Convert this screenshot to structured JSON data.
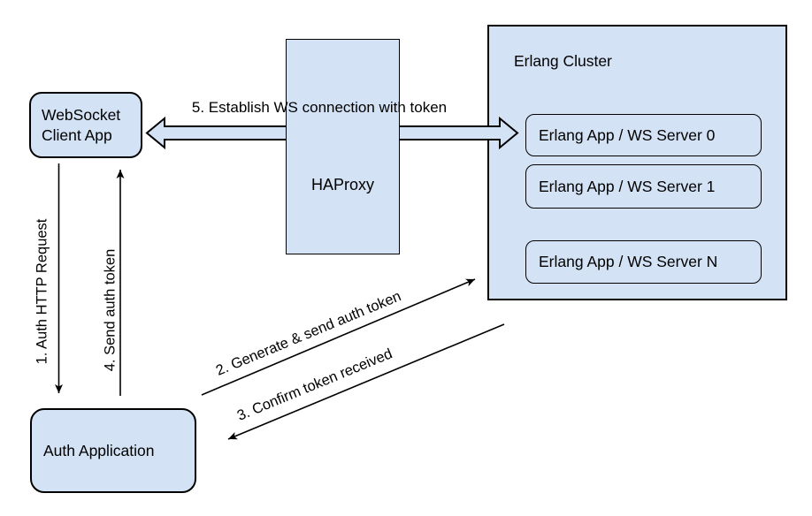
{
  "colors": {
    "fill": "#d3e2f4",
    "stroke": "#000000",
    "text": "#000000",
    "background": "#ffffff"
  },
  "nodes": {
    "websocket_client": {
      "line1": "WebSocket",
      "line2": "Client App"
    },
    "haproxy": {
      "label": "HAProxy"
    },
    "erlang_cluster": {
      "label": "Erlang Cluster",
      "servers": [
        {
          "label": "Erlang App / WS Server 0"
        },
        {
          "label": "Erlang App / WS Server 1"
        },
        {
          "label": "Erlang App / WS Server N"
        }
      ]
    },
    "auth_application": {
      "label": "Auth Application"
    }
  },
  "flows": {
    "step1": {
      "label": "1. Auth HTTP Request",
      "from": "websocket_client",
      "to": "auth_application"
    },
    "step2": {
      "label": "2. Generate & send auth token",
      "from": "auth_application",
      "to": "erlang_cluster"
    },
    "step3": {
      "label": "3. Confirm token received",
      "from": "erlang_cluster",
      "to": "auth_application"
    },
    "step4": {
      "label": "4. Send auth token",
      "from": "auth_application",
      "to": "websocket_client"
    },
    "step5": {
      "label": "5. Establish WS connection with token",
      "from": "websocket_client",
      "to": "erlang_cluster",
      "via": "haproxy"
    }
  }
}
